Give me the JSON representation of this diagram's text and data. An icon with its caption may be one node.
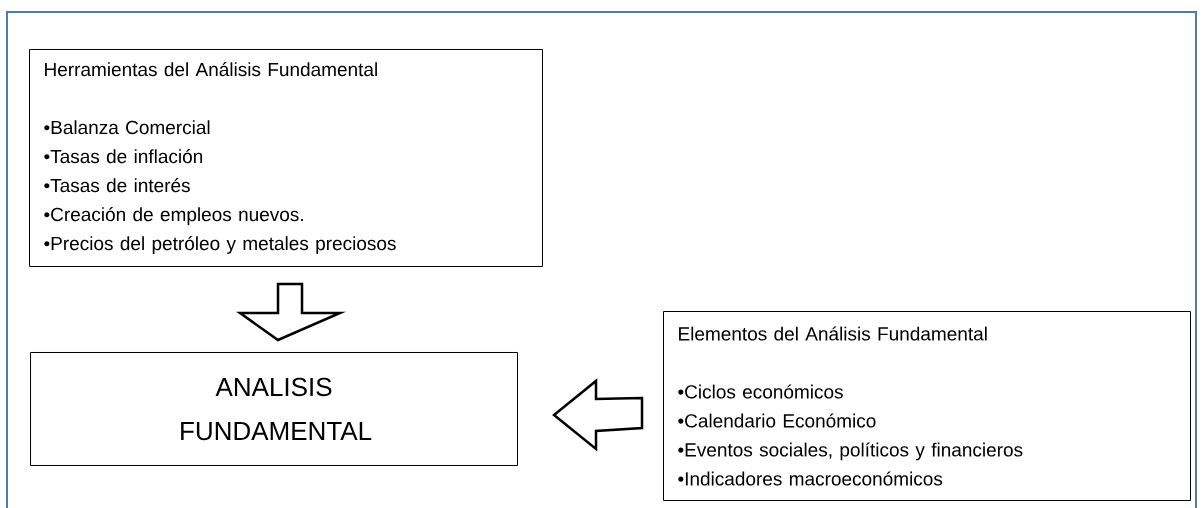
{
  "diagram": {
    "nodes": [
      {
        "text": [
          "Herramientas del Análisis Fundamental",
          "•Balanza Comercial",
          "•Tasas de inflación",
          "•Tasas de interés",
          "•Creación de empleos nuevos.",
          "•Precios del petróleo y metales preciosos"
        ]
      },
      {
        "text": [
          "ANALISIS FUNDAMENTAL"
        ]
      },
      {
        "text": [
          "Elementos del Análisis Fundamental",
          "•Ciclos económicos",
          "•Calendario Económico",
          "•Eventos sociales, políticos y financieros",
          "•Indicadores macroeconómicos"
        ]
      }
    ],
    "edges": [
      {
        "from": 0,
        "to": 1,
        "arrow": "to"
      },
      {
        "from": 2,
        "to": 1,
        "arrow": "to"
      }
    ]
  }
}
